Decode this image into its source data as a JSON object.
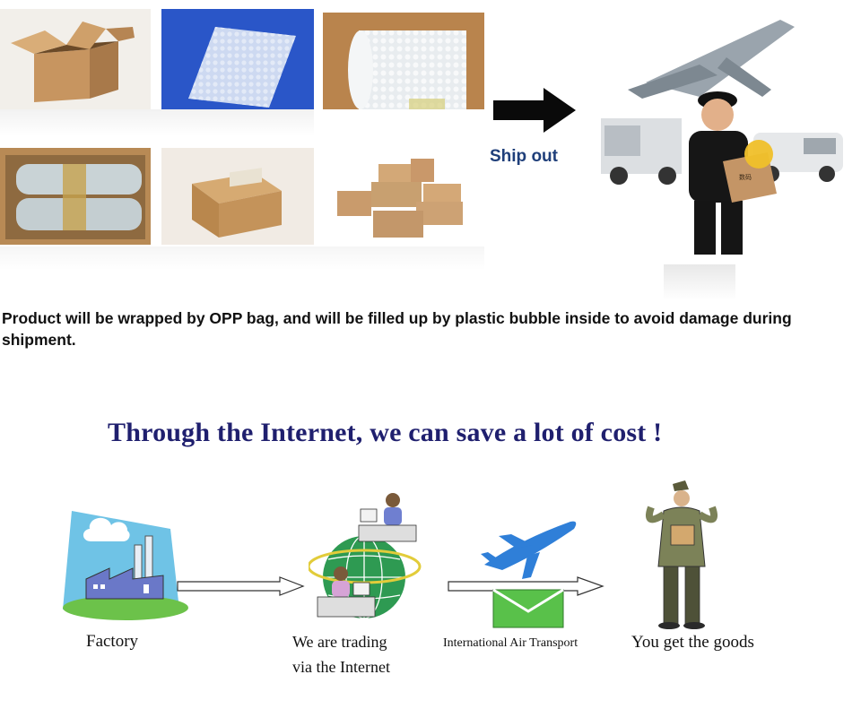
{
  "top": {
    "ship_label": "Ship out",
    "description": "Product will be wrapped by OPP bag, and will be filled up by plastic bubble inside to avoid damage  during shipment."
  },
  "logo": {
    "box_text": "数码"
  },
  "bottom": {
    "headline": "Through the Internet, we can save a lot of cost !",
    "steps": [
      {
        "label": "Factory"
      },
      {
        "label_line1": "We are trading",
        "label_line2": "via the Internet"
      },
      {
        "label": "International Air Transport"
      },
      {
        "label": "You get the goods"
      }
    ]
  },
  "colors": {
    "headline": "#1f1f6e",
    "ship_label": "#1f3f7a",
    "bubble_blue": "#2a56c8",
    "cardboard": "#c99a62",
    "globe_green": "#2e9a52"
  }
}
